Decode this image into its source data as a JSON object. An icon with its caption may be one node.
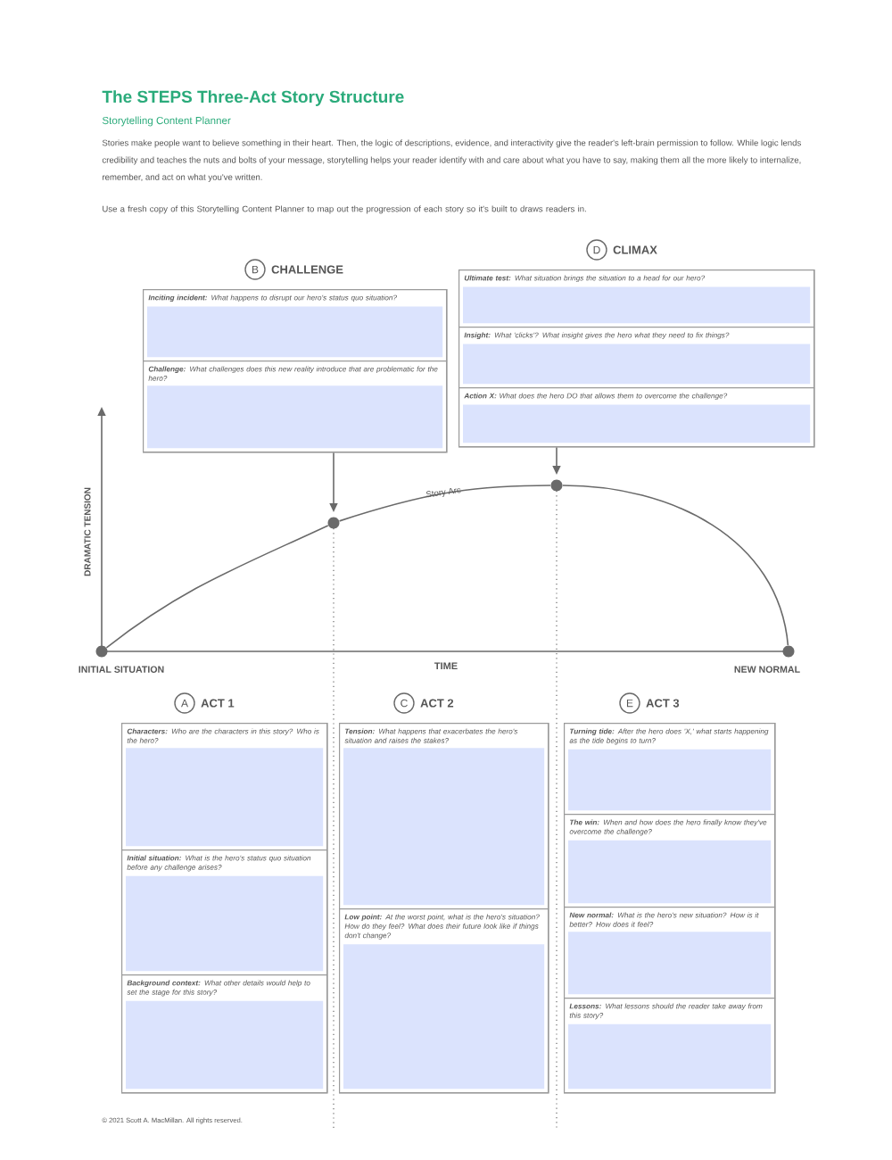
{
  "diagram": {
    "title": "The STEPS Three-Act Story Structure",
    "nodes": [
      {
        "text": [
          "B",
          "CHALLENGE"
        ]
      },
      {
        "text": [
          "**Inciting incident:** What happens to disrupt our hero's status quo situation?"
        ],
        "in": 0
      },
      {
        "text": [
          "**Challenge:** What challenges does this new reality introduce that are problematic for the hero?"
        ],
        "in": 0
      },
      {
        "text": [
          "D",
          "CLIMAX"
        ]
      },
      {
        "text": [
          "**Ultimate test:** What situation brings the situation to a head for our hero?"
        ],
        "in": 3
      },
      {
        "text": [
          "**Insight:** What 'clicks'? What insight gives the hero what they need to fix things?"
        ],
        "in": 3
      },
      {
        "text": [
          "**Action X:** What does the hero DO that allows them to overcome the challenge?"
        ],
        "in": 3
      },
      {
        "text": [],
        "shape": "circle",
        "beside": [
          "INITIAL SITUATION"
        ]
      },
      {
        "text": [],
        "shape": "circle"
      },
      {
        "text": [],
        "shape": "circle"
      },
      {
        "text": [],
        "shape": "circle",
        "beside": [
          "NEW NORMAL"
        ]
      },
      {
        "text": [
          "A",
          "ACT 1"
        ]
      },
      {
        "text": [
          "**Characters:** Who are the characters in this story? Who is the hero?"
        ],
        "in": 11
      },
      {
        "text": [
          "**Initial situation:** What is the hero's status quo situation before any challenge arises?"
        ],
        "in": 11
      },
      {
        "text": [
          "**Background context:** What other details would help to set the stage for this story?"
        ],
        "in": 11
      },
      {
        "text": [
          "C",
          "ACT 2"
        ]
      },
      {
        "text": [
          "**Tension:** What happens that exacerbates the hero's situation and raises the stakes?"
        ],
        "in": 15
      },
      {
        "text": [
          "**Low point:** At the worst point, what is the hero's situation? How do they feel? What does their future look like if things don't change?"
        ],
        "in": 15
      },
      {
        "text": [
          "E",
          "ACT 3"
        ]
      },
      {
        "text": [
          "**Turning tide:** After the hero does 'X,' what starts happening as the tide begins to turn?"
        ],
        "in": 18
      },
      {
        "text": [
          "**The win:** When and how does the hero finally know they've overcome the challenge?"
        ],
        "in": 18
      },
      {
        "text": [
          "**New normal:** What is the hero's new situation? How is it better? How does it feel?"
        ],
        "in": 18
      },
      {
        "text": [
          "**Lessons:** What lessons should the reader take away from this story?"
        ],
        "in": 18
      }
    ],
    "edges": [
      {
        "from": 0,
        "to": 8,
        "arrow": "to"
      },
      {
        "from": 3,
        "to": 9,
        "arrow": "to"
      },
      {
        "from": 7,
        "to": 8,
        "arrow": "none"
      },
      {
        "from": 8,
        "to": 9,
        "arrow": "none",
        "label": "Story Arc"
      },
      {
        "from": 9,
        "to": 10,
        "arrow": "none"
      }
    ],
    "labels": [
      "Storytelling Content Planner",
      "Stories make people want to believe something in their heart. Then, the logic of descriptions, evidence, and interactivity give the reader's left-brain permission to follow. While logic lends credibility and teaches the nuts and bolts of your message, storytelling helps your reader identify with and care about what you have to say, making them all the more likely to internalize, remember, and act on what you've written.",
      "Use a fresh copy of this Storytelling Content Planner to map out the progression of each story so it's built to draws readers in.",
      "DRAMATIC TENSION",
      "TIME",
      "© 2021 Scott A. MacMillan. All rights reserved."
    ]
  }
}
